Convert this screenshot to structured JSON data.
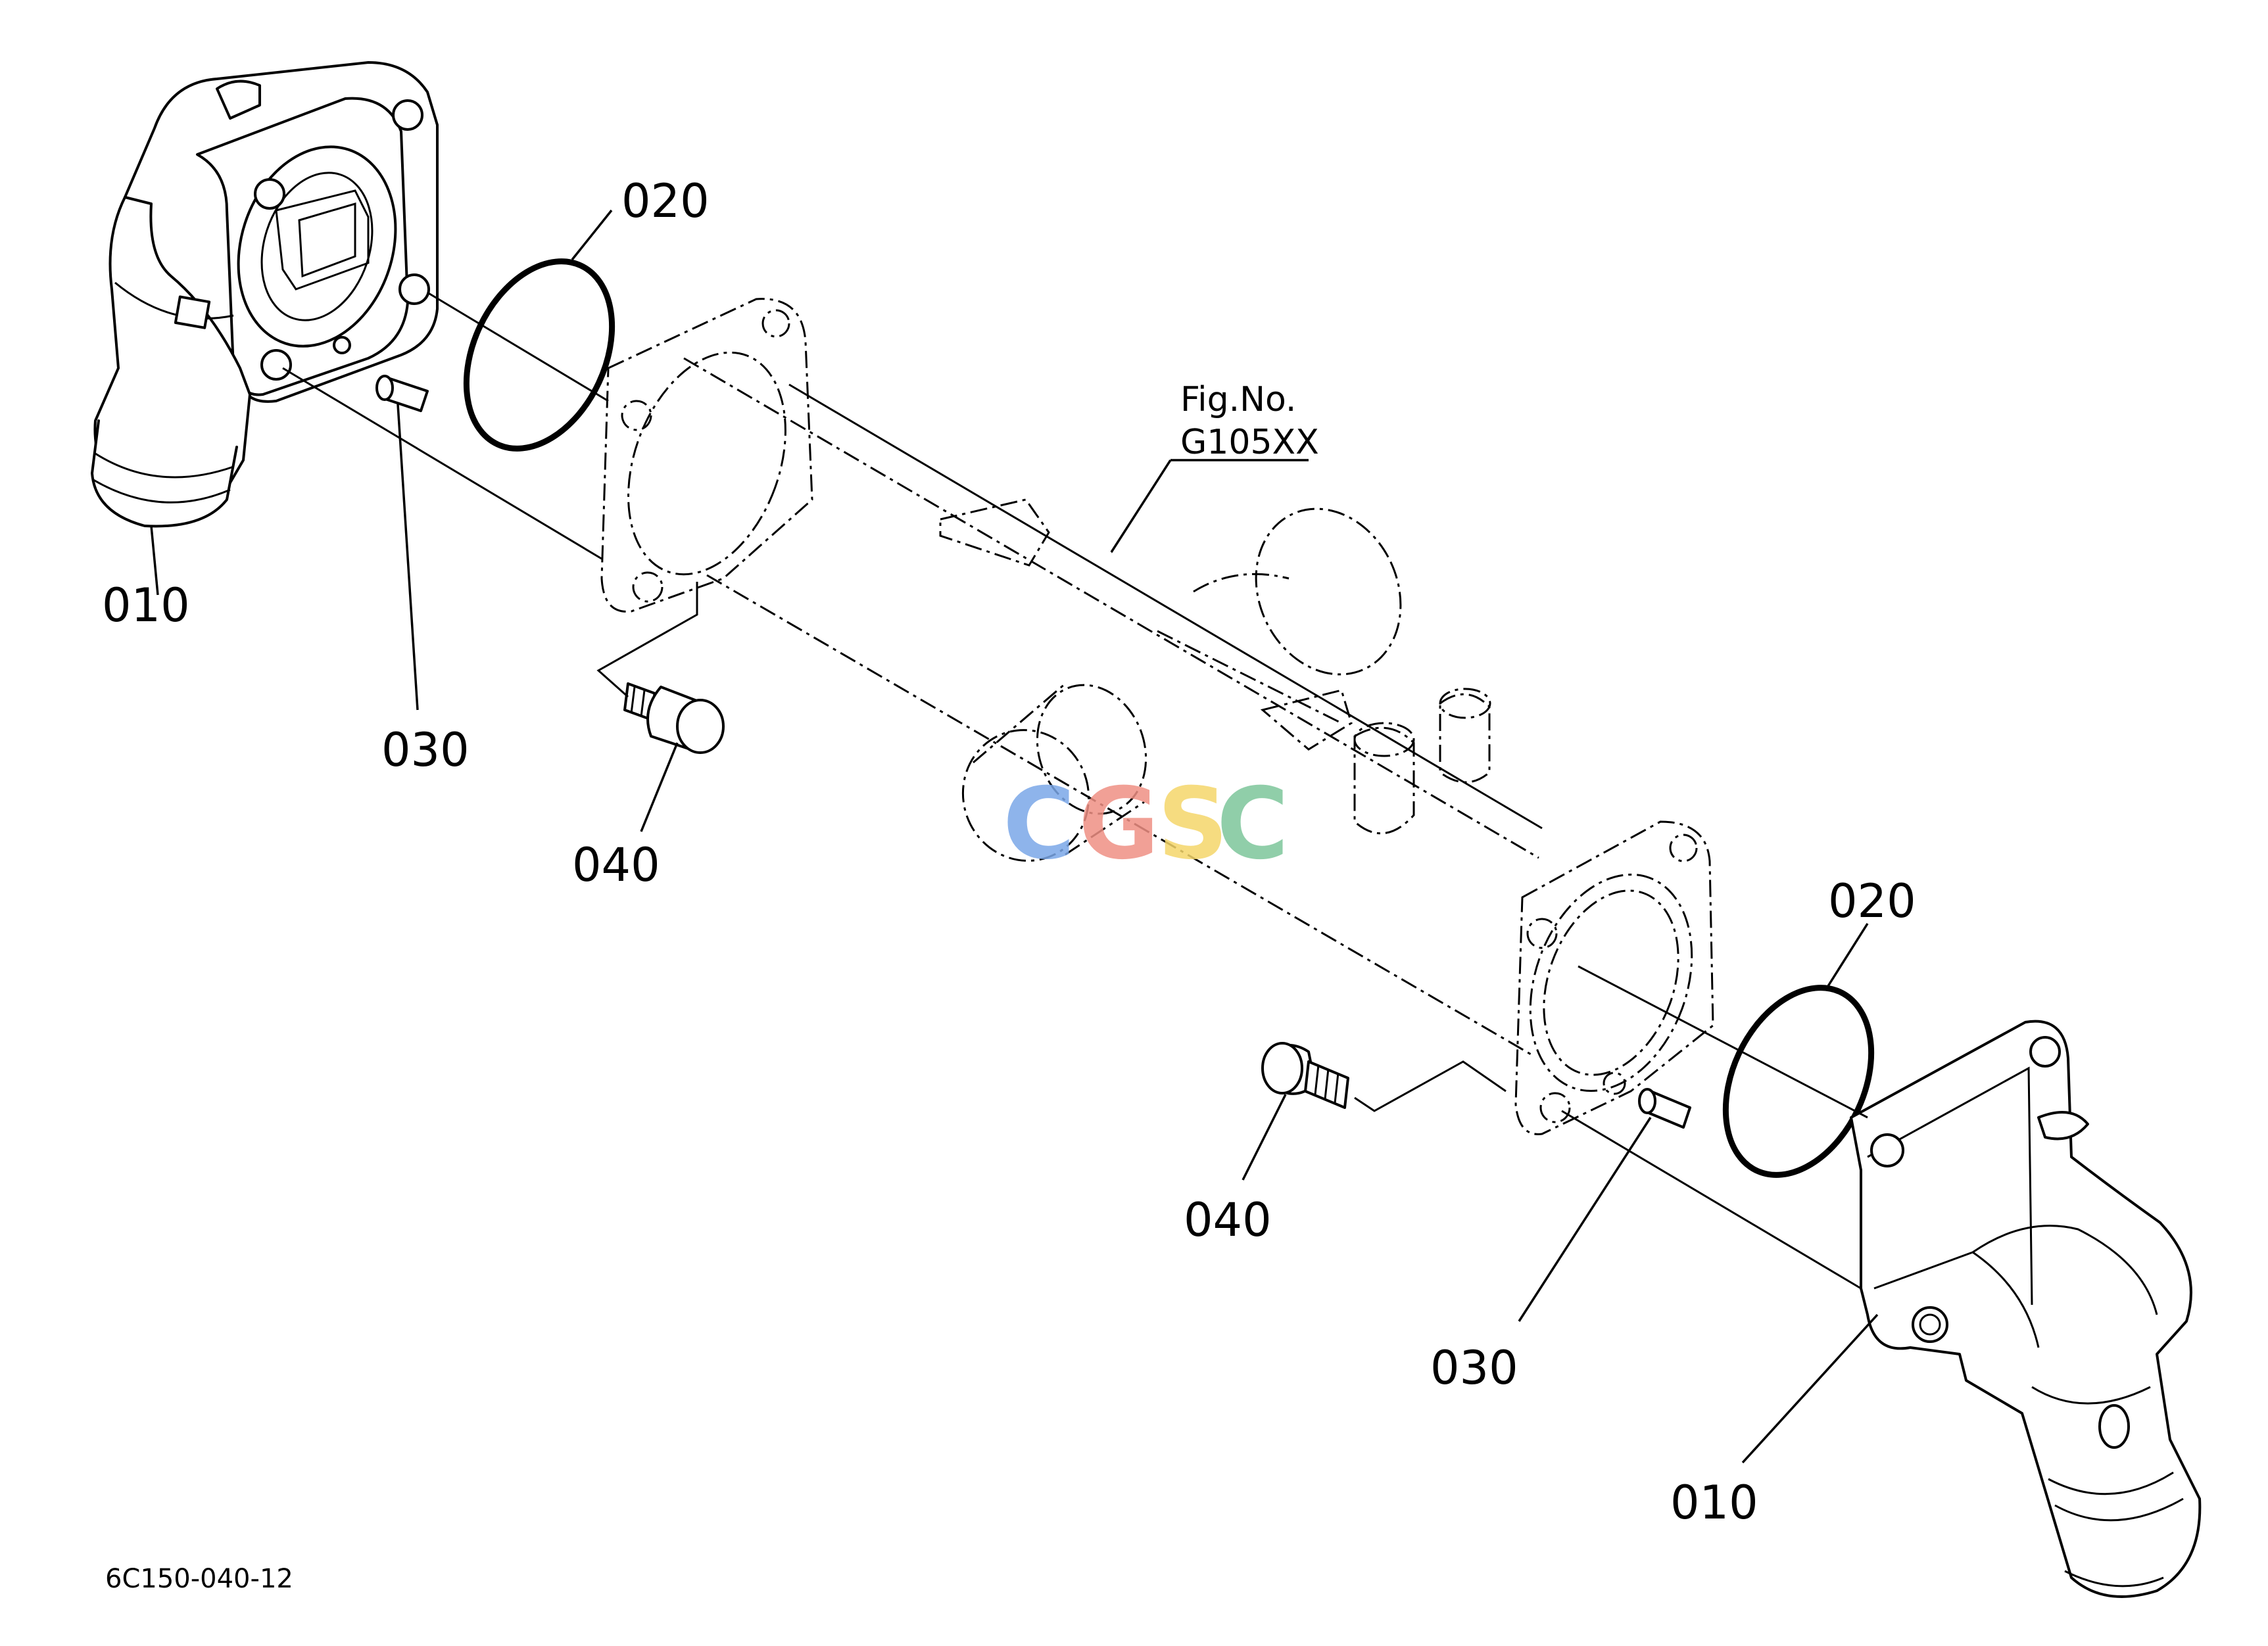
{
  "figure_reference": {
    "line1": "Fig.No.",
    "line2": "G105XX"
  },
  "callouts": {
    "elbow_upper_left": "010",
    "oring_upper": "020",
    "pin_upper": "030",
    "bolt_upper": "040",
    "bolt_lower": "040",
    "oring_lower": "020",
    "pin_lower": "030",
    "elbow_lower_right": "010"
  },
  "drawing_code": "6C150-040-12",
  "watermark": {
    "letters": [
      "C",
      "G",
      "S",
      "C"
    ],
    "colors": [
      "#7aa7e8",
      "#ef8f84",
      "#f5d66a",
      "#7cc59a"
    ]
  }
}
